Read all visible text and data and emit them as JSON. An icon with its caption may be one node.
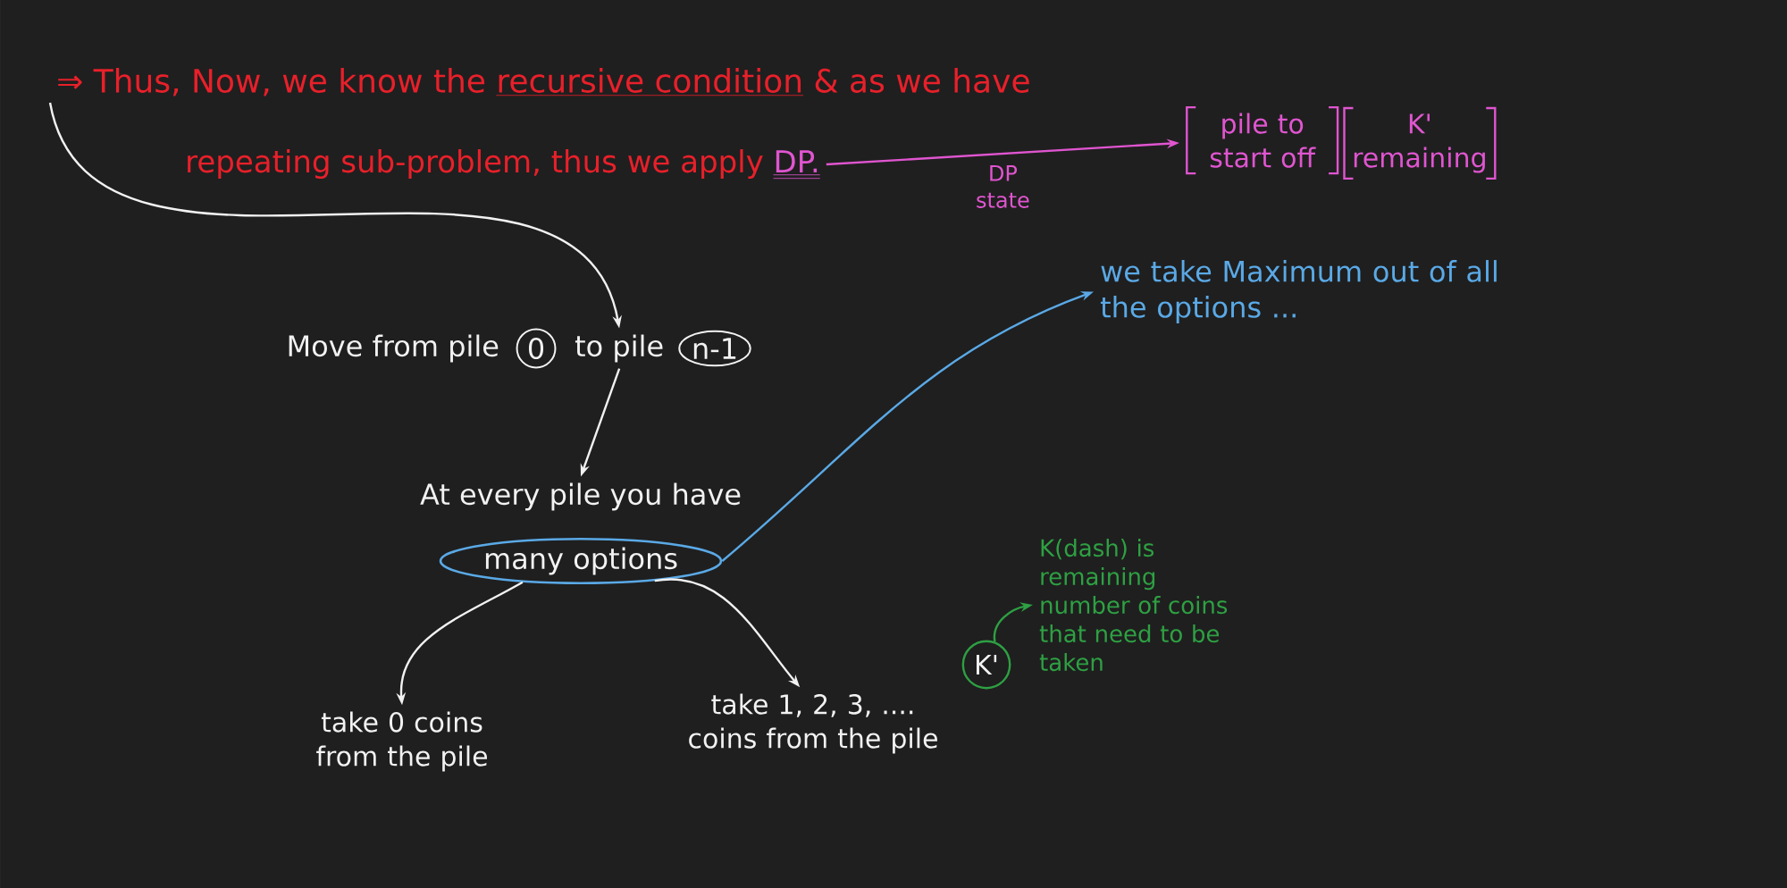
{
  "diagram": {
    "nodes": [
      {
        "text": [
          "⇒ Thus, Now, we know the",
          "recursive condition",
          "& as we have"
        ]
      },
      {
        "text": [
          "repeating sub-problem, thus we apply",
          "DP."
        ]
      },
      {
        "text": [
          "pile to start off",
          "K' remaining"
        ]
      },
      {
        "text": [
          "we take Maximum out of all the options ..."
        ]
      },
      {
        "text": [
          "Move from pile"
        ]
      },
      {
        "text": [
          "0"
        ]
      },
      {
        "text": [
          "to pile"
        ]
      },
      {
        "text": [
          "n-1"
        ]
      },
      {
        "text": [
          "At every pile you have"
        ]
      },
      {
        "text": [
          "many options"
        ]
      },
      {
        "text": [
          "K(dash) is remaining number of coins that need to be taken"
        ]
      },
      {
        "text": [
          "take 0 coins from the pile"
        ]
      },
      {
        "text": [
          "take 1, 2, 3, ....",
          "coins from the pile"
        ]
      },
      {
        "text": [
          "K'"
        ]
      }
    ],
    "edges": [
      {
        "from": 0,
        "to": 6,
        "arrow": "to"
      },
      {
        "from": 1,
        "to": 2,
        "arrow": "to",
        "label": "DP state",
        "color": "#e055d0"
      },
      {
        "from": 6,
        "to": 8,
        "arrow": "to"
      },
      {
        "from": 9,
        "to": 3,
        "arrow": "to",
        "color": "#5aa9e6"
      },
      {
        "from": 9,
        "to": 11,
        "arrow": "to"
      },
      {
        "from": 9,
        "to": 12,
        "arrow": "to"
      },
      {
        "from": 13,
        "to": 10,
        "arrow": "to",
        "color": "#2ea043"
      }
    ]
  }
}
